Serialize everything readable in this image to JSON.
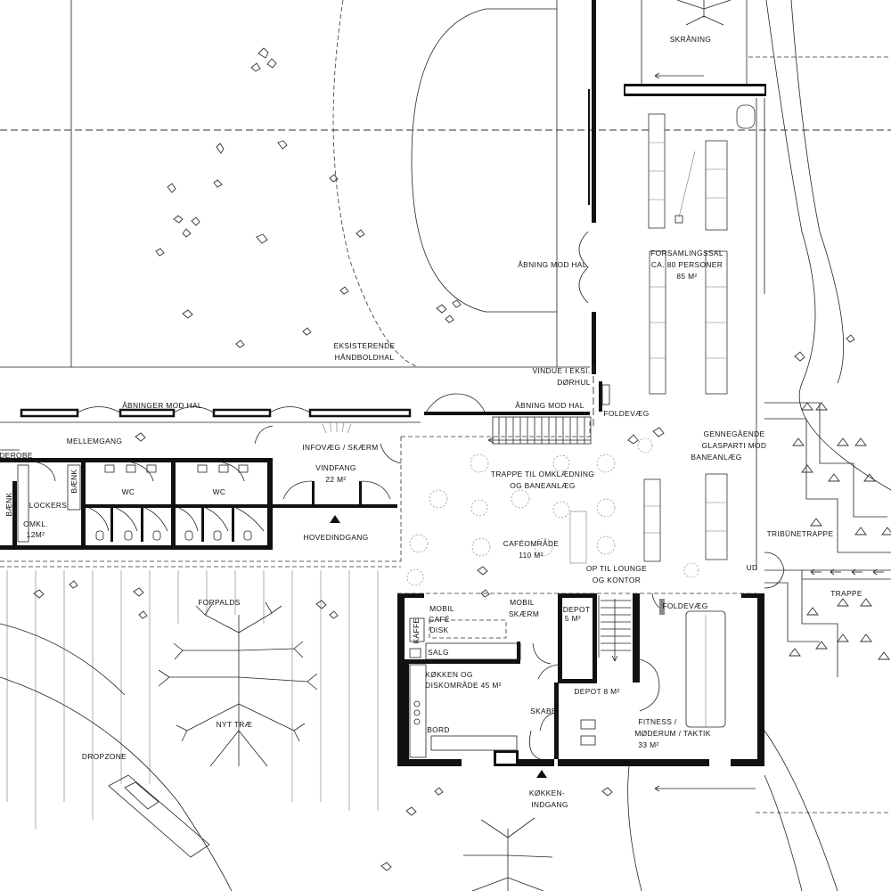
{
  "labels": {
    "skraaning": "SKRÅNING",
    "forsamlingssal_1": "FORSAMLINGSSAL",
    "forsamlingssal_2": "CA. 80 PERSONER",
    "forsamlingssal_3": "85 M²",
    "aabning_mod_hal_upper": "ÅBNING MOD HAL",
    "eksisterende_1": "EKSISTERENDE",
    "eksisterende_2": "HÅNDBOLDHAL",
    "vindue_1": "VINDUE I EKSI.",
    "vindue_2": "DØRHUL",
    "aabninger_mod_hal": "ÅBNINGER MOD HAL",
    "aabning_mod_hal_lower": "ÅBNING MOD HAL",
    "foldevaeg_upper": "FOLDEVÆG",
    "mellemgang": "MELLEMGANG",
    "infovaeg": "INFOVÆG / SKÆRM",
    "garderobe": "DEROBE",
    "baenk_left": "BÆNK",
    "baenk_mid": "BÆNK",
    "lockers": "LOCKERS",
    "wc_1": "WC",
    "wc_2": "WC",
    "vindfang_1": "VINDFANG",
    "vindfang_2": "22 M²",
    "trappe_omk_1": "TRAPPE TIL OMKLÆDNING",
    "trappe_omk_2": "OG BANEANLÆG",
    "glasparti_1": "GENNEGÅENDE",
    "glasparti_2": "GLASPARTI MOD",
    "glasparti_3": "BANEANLÆG",
    "omkl_1": "OMKL.",
    "omkl_2": "12M²",
    "hovedindgang": "HOVEDINDGANG",
    "cafeomraade_1": "CAFÉOMRÅDE",
    "cafeomraade_2": "110 M²",
    "tribunetrappe": "TRIBÜNETRAPPE",
    "lounge_1": "OP TIL LOUNGE",
    "lounge_2": "OG KONTOR",
    "ud": "UD",
    "trappe": "TRAPPE",
    "forpalds": "FORPALDS",
    "mobil_cafe_1": "MOBIL",
    "mobil_cafe_2": "CAFÉ",
    "mobil_skaerm_1": "MOBIL",
    "mobil_skaerm_2": "SKÆRM",
    "depot_5_1": "DEPOT",
    "depot_5_2": "5 M²",
    "foldevaeg_lower": "FOLDEVÆG",
    "kaffe": "KAFFE",
    "disk": "DISK",
    "salg": "SALG",
    "koekken_1": "KØKKEN OG",
    "koekken_2": "DISKOMRÅDE 45 M²",
    "depot_8": "DEPOT 8 M²",
    "nyt_trae": "NYT TRÆ",
    "skabe": "SKABE",
    "fitness_1": "FITNESS /",
    "fitness_2": "MØDERUM / TAKTIK",
    "fitness_3": "33 M²",
    "bord": "BORD",
    "dropzone": "DROPZONE",
    "koekkenindgang_1": "KØKKEN-",
    "koekkenindgang_2": "INDGANG"
  }
}
